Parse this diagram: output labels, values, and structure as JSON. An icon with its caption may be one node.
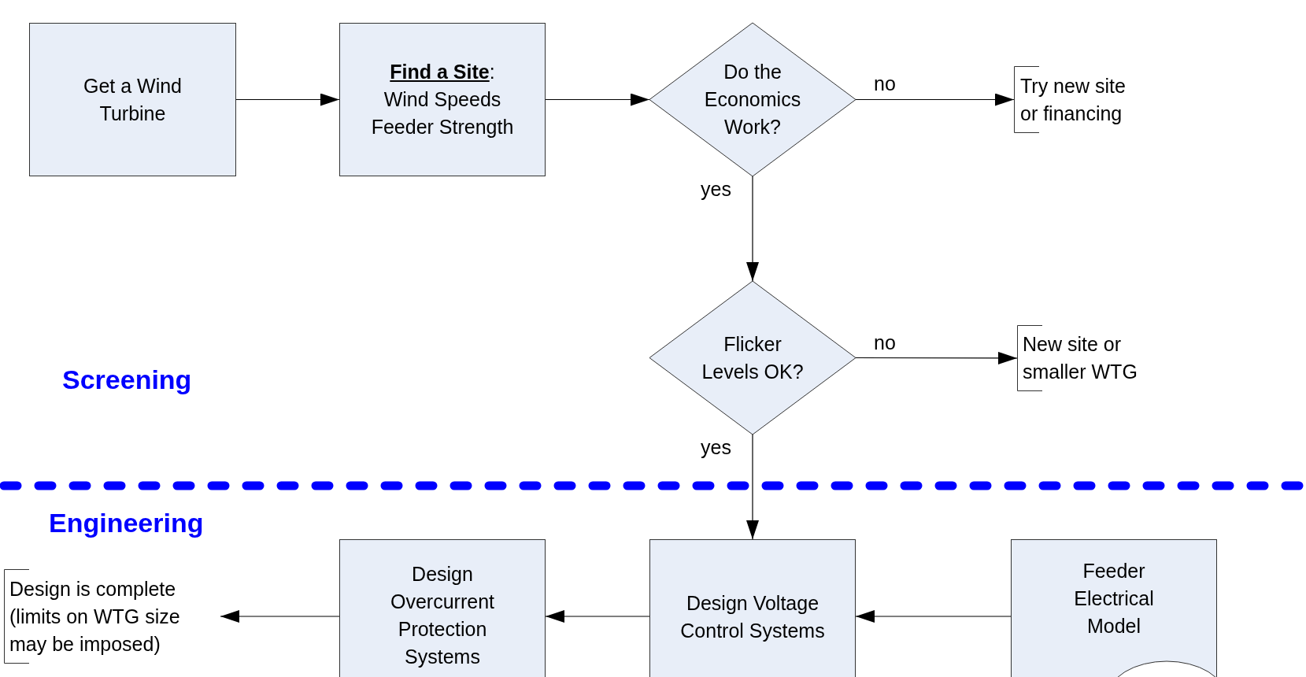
{
  "diagram": {
    "nodes": [
      {
        "text": [
          "Get a Wind Turbine"
        ]
      },
      {
        "text": [
          "**Find a Site**: Wind Speeds Feeder Strength"
        ]
      },
      {
        "text": [
          "Do the Economics Work?"
        ]
      },
      {
        "text": [
          "Try new site or financing"
        ]
      },
      {
        "text": [
          "Flicker Levels OK?"
        ]
      },
      {
        "text": [
          "New site or smaller WTG"
        ]
      },
      {
        "text": [
          "Design is complete (limits on WTG size may be imposed)"
        ]
      },
      {
        "text": [
          "Design Overcurrent Protection Systems"
        ]
      },
      {
        "text": [
          "Design Voltage Control Systems"
        ]
      },
      {
        "text": [
          "Feeder Electrical Model"
        ]
      }
    ],
    "edges": [
      {
        "from": 0,
        "to": 1,
        "arrow": "to"
      },
      {
        "from": 1,
        "to": 2,
        "arrow": "to"
      },
      {
        "from": 2,
        "to": 3,
        "arrow": "to",
        "label": "no"
      },
      {
        "from": 2,
        "to": 4,
        "arrow": "to",
        "label": "yes"
      },
      {
        "from": 4,
        "to": 5,
        "arrow": "to",
        "label": "no"
      },
      {
        "from": 4,
        "to": 8,
        "arrow": "to",
        "label": "yes"
      },
      {
        "from": 9,
        "to": 8,
        "arrow": "to"
      },
      {
        "from": 8,
        "to": 7,
        "arrow": "to"
      },
      {
        "from": 7,
        "to": 6,
        "arrow": "to"
      }
    ],
    "labels": [
      "Screening",
      "Engineering"
    ]
  }
}
